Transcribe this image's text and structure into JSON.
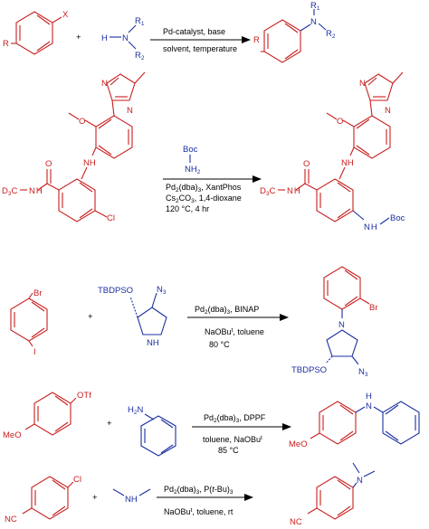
{
  "colors": {
    "reactant": "#c81e1e",
    "partner": "#1b2fa0",
    "text": "#000000"
  },
  "general": {
    "aryl_x": "X",
    "aryl_r": "R",
    "plus": "+",
    "amine_h": "H",
    "amine_n": "N",
    "amine_r1": "R",
    "amine_r1_sub": "1",
    "amine_r2": "R",
    "amine_r2_sub": "2",
    "cond_top": "Pd-catalyst, base",
    "cond_bottom": "solvent, temperature",
    "prod_r": "R",
    "prod_n": "N",
    "prod_r1": "R",
    "prod_r1_sub": "1",
    "prod_r2": "R",
    "prod_r2_sub": "2"
  },
  "example1": {
    "left_n1": "N",
    "left_n2": "N",
    "left_o": "O",
    "left_nh": "NH",
    "left_ketone_o": "O",
    "left_d3c": "D",
    "left_d3c_sub": "3",
    "left_d3c_c": "C",
    "left_amide_nh": "N",
    "left_amide_h": "H",
    "left_cl": "Cl",
    "reagent_boc": "Boc",
    "reagent_nh2": "NH",
    "reagent_nh2_sub": "2",
    "cond1_pre": "Pd",
    "cond1_sub1": "2",
    "cond1_mid": "(dba)",
    "cond1_sub2": "3",
    "cond1_post": ", XantPhos",
    "cond2_pre": "Cs",
    "cond2_sub1": "2",
    "cond2_mid": "CO",
    "cond2_sub2": "3",
    "cond2_post": ", 1,4-dioxane",
    "cond3": "120 °C, 4 hr",
    "right_n1": "N",
    "right_n2": "N",
    "right_o": "O",
    "right_nh": "NH",
    "right_ketone_o": "O",
    "right_d3c": "D",
    "right_d3c_sub": "3",
    "right_d3c_c": "C",
    "right_amide_n": "N",
    "right_amide_h": "H",
    "right_boc_nh": "N",
    "right_boc_h": "H",
    "right_boc": "Boc"
  },
  "example2": {
    "br": "Br",
    "i": "I",
    "plus": "+",
    "tbdpso": "TBDPSO",
    "n3": "N",
    "n3_sub": "3",
    "nh": "N",
    "nh_h": "H",
    "cond1_pre": "Pd",
    "cond1_sub1": "2",
    "cond1_mid": "(dba)",
    "cond1_sub2": "3",
    "cond1_post": ", BINAP",
    "cond2_pre": "NaOBu",
    "cond2_sup": "t",
    "cond2_post": ", toluene",
    "cond3": "80 °C",
    "prod_br": "Br",
    "prod_n": "N",
    "prod_tbdpso": "TBDPSO",
    "prod_n3": "N",
    "prod_n3_sub": "3"
  },
  "example3": {
    "otf": "OTf",
    "meo": "MeO",
    "plus": "+",
    "h2n": "H",
    "h2n_sub": "2",
    "h2n_n": "N",
    "cond1_pre": "Pd",
    "cond1_sub1": "2",
    "cond1_mid": "(dba)",
    "cond1_sub2": "3",
    "cond1_post": ", DPPF",
    "cond2_pre": "toluene, NaOBu",
    "cond2_sup": "t",
    "cond3": "85 °C",
    "prod_nh_h": "H",
    "prod_nh_n": "N",
    "prod_meo": "MeO"
  },
  "example4": {
    "cl": "Cl",
    "nc": "NC",
    "plus": "+",
    "amine_nh": "N",
    "amine_h": "H",
    "cond1_pre": "Pd",
    "cond1_sub1": "2",
    "cond1_mid": "(dba)",
    "cond1_sub2": "3",
    "cond1_post": ", P(",
    "cond1_tbu": "t",
    "cond1_end": "-Bu)",
    "cond1_sub3": "3",
    "cond2_pre": "NaOBu",
    "cond2_sup": "t",
    "cond2_post": ", toluene, rt",
    "prod_n": "N",
    "prod_nc": "NC"
  }
}
